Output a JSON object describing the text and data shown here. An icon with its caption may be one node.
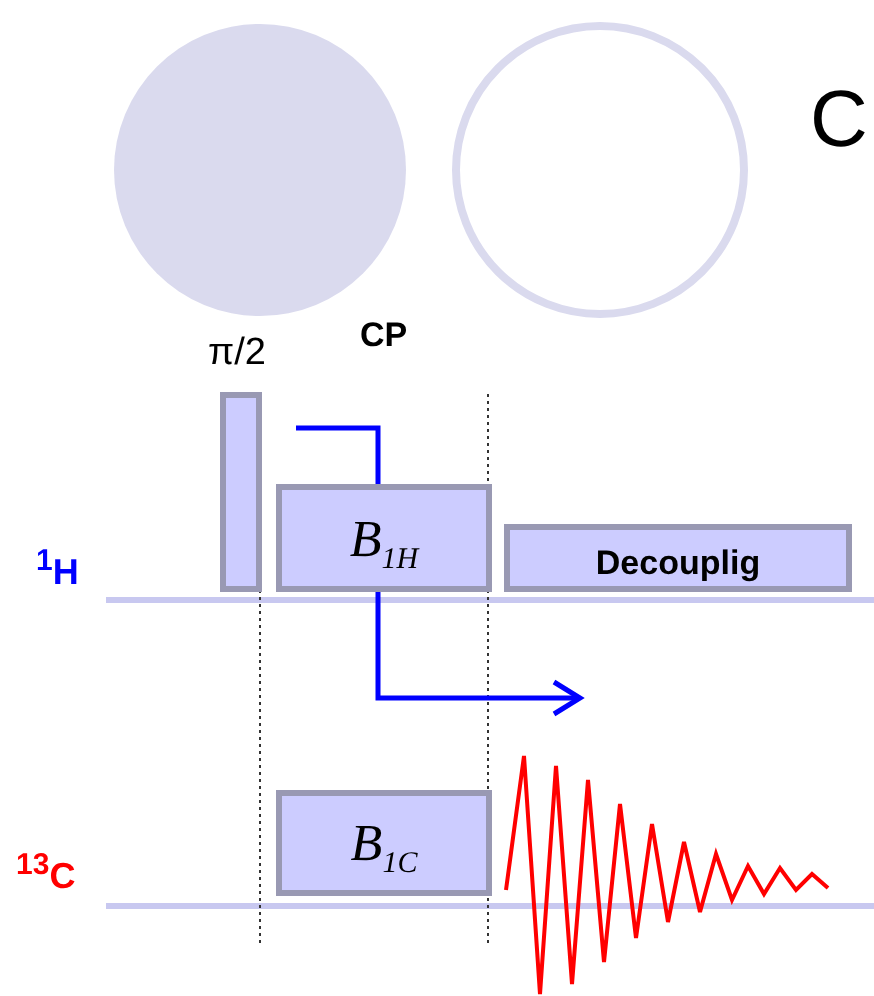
{
  "diagram": {
    "nodes": [
      {
        "text": [],
        "shape": "circle"
      },
      {
        "text": [],
        "shape": "circle"
      },
      {
        "text": [],
        "shape": "bar",
        "beside": [
          "π/2"
        ]
      },
      {
        "text": [
          "B$_{1H}$"
        ]
      },
      {
        "text": [
          "Decouplig"
        ]
      },
      {
        "text": [
          "B$_{1C}$"
        ]
      }
    ],
    "labels": [
      "C",
      "CP",
      "$^{1}$H",
      "$^{13}$C"
    ]
  }
}
